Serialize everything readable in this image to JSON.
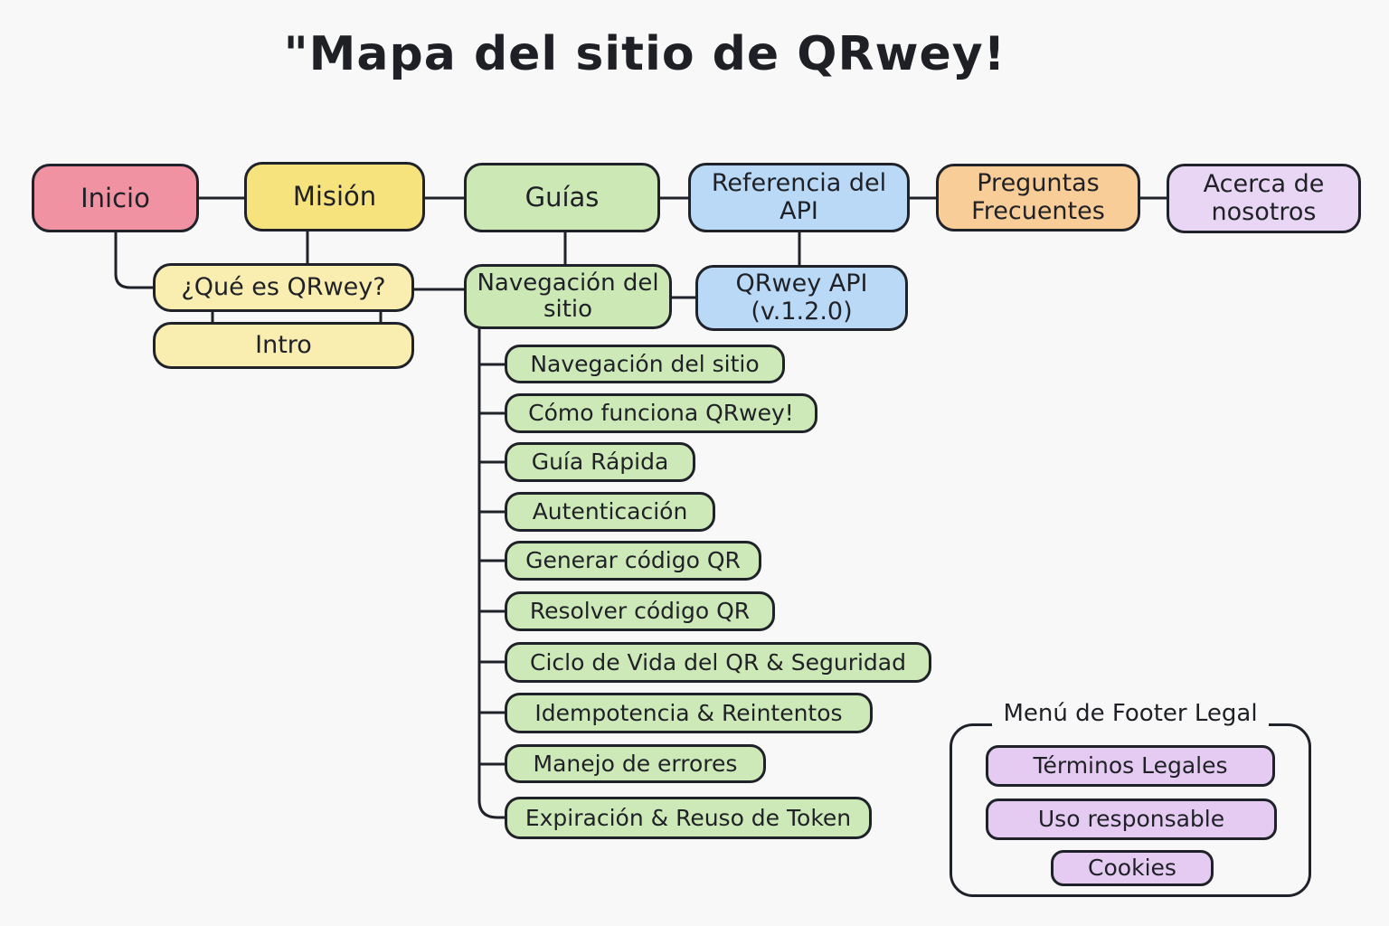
{
  "title": "\"Mapa del sitio de QRwey!",
  "colors": {
    "background": "#f8f8f9",
    "stroke": "#20222a",
    "pink": "#f192a3",
    "yellow": "#f6e37e",
    "pale_yellow": "#f9edb0",
    "green": "#cbe8b5",
    "blue": "#bad9f6",
    "orange": "#f9cd98",
    "lavender": "#e8d6f4",
    "purple": "#e5cbf2"
  },
  "top_nav": {
    "inicio": "Inicio",
    "mision": "Misión",
    "guias": "Guías",
    "referencia": "Referencia del API",
    "preguntas": "Preguntas Frecuentes",
    "acerca": "Acerca de nosotros"
  },
  "second_level": {
    "que_es": "¿Qué es QRwey?",
    "intro": "Intro",
    "navegacion": "Navegación del sitio",
    "api": "QRwey API (v.1.2.0)"
  },
  "guide_pages": [
    "Navegación del sitio",
    "Cómo funciona QRwey!",
    "Guía Rápida",
    "Autenticación",
    "Generar código QR",
    "Resolver código QR",
    "Ciclo de Vida del QR & Seguridad",
    "Idempotencia & Reintentos",
    "Manejo de errores",
    "Expiración & Reuso de Token"
  ],
  "footer_legal": {
    "title": "Menú de Footer Legal",
    "items": [
      "Términos Legales",
      "Uso responsable",
      "Cookies"
    ]
  }
}
